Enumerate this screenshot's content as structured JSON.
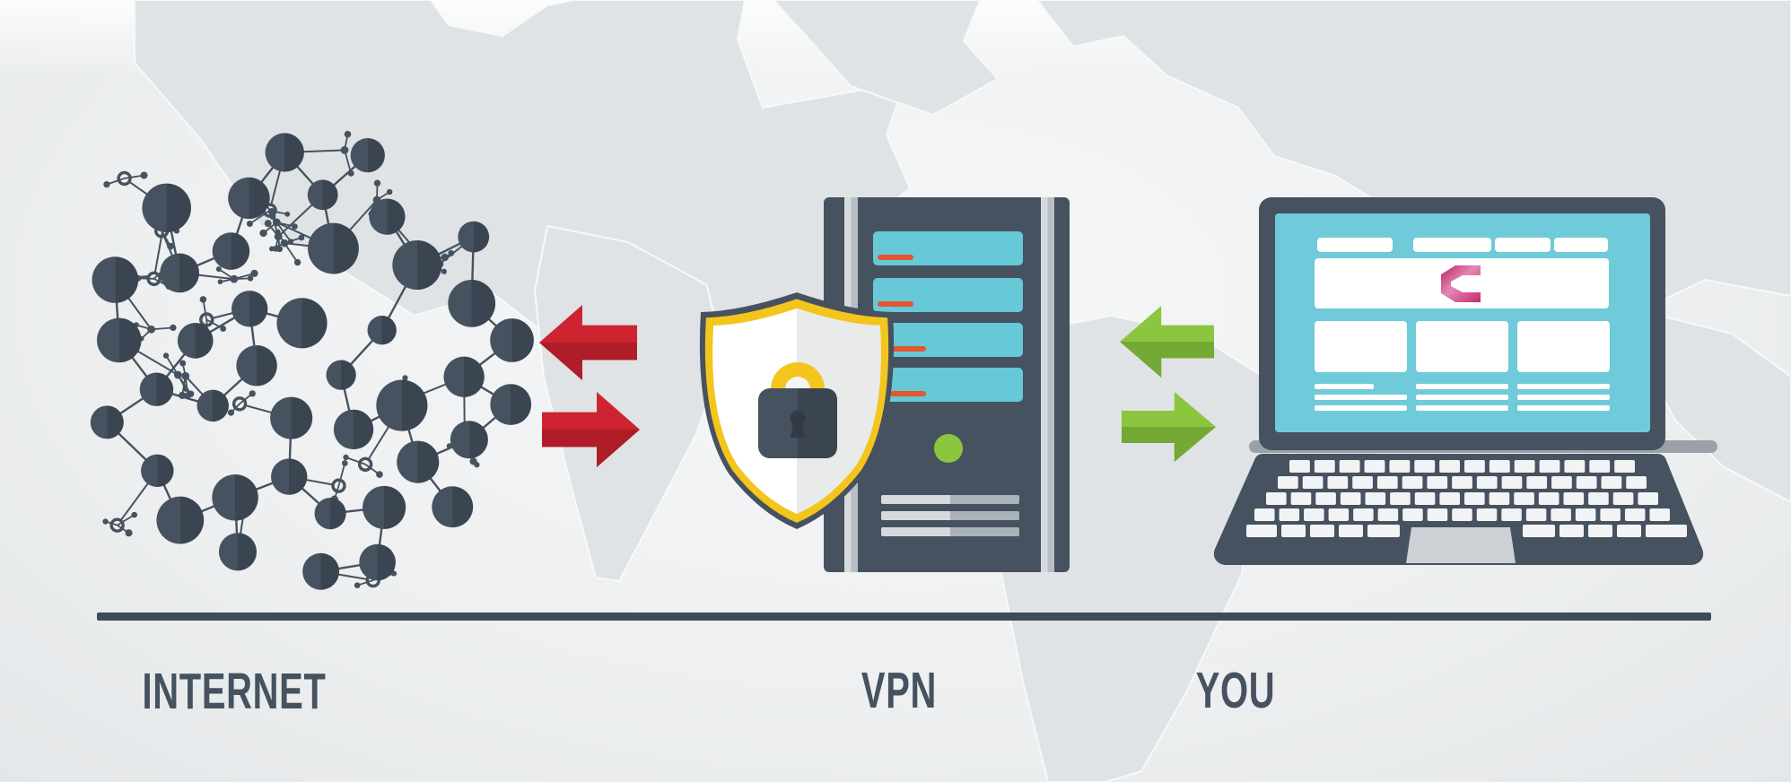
{
  "labels": {
    "internet": "INTERNET",
    "vpn": "VPN",
    "you": "YOU"
  },
  "colors": {
    "bg_center": "#f6f7f8",
    "bg_edge": "#e6e9ea",
    "bg_light": "#eef0f1",
    "map_land": "#dfe3e5",
    "map_coast": "#f7f9f9",
    "slate": "#46525f",
    "slate_dark": "#3a4551",
    "slate_deep": "#323b45",
    "divider": "#3f4b58",
    "label_text": "#46525f",
    "red": "#ce2330",
    "red_dark": "#ae1d28",
    "green": "#8cc63f",
    "green_dark": "#73a934",
    "yellow": "#f3c51d",
    "cyan_screen": "#6fcad9",
    "cyan_bay": "#67c8d8",
    "orange": "#e2572b",
    "led_green": "#8cc63e",
    "stripe_light": "#d6dade",
    "stripe_dark": "#b7bec4",
    "vent_dark": "#aab3b9",
    "white": "#ffffff",
    "key_white": "#f2f3f4",
    "trackpad": "#ccd1d5",
    "hinge": "#9aa1a8",
    "shield_inner_shade": "#e9eaea",
    "lock_inner_hole": "#f4f4f4",
    "logo_magenta": "#c5296f",
    "logo_magenta_dark": "#b82264",
    "logo_pink": "#e388b4"
  },
  "scene": {
    "network": {
      "big_nodes": 46,
      "satellites": 24,
      "seed": 12
    },
    "red_arrows": {
      "directions": [
        "left",
        "right"
      ]
    },
    "green_arrows": {
      "directions": [
        "left",
        "right"
      ]
    },
    "server": {
      "bays": 4,
      "vents": 3,
      "has_led": true
    },
    "shield": {
      "has_lock": true
    },
    "laptop": {
      "nav_items": 4,
      "cards": 3,
      "text_columns": 3,
      "lines_per_column": 3
    }
  },
  "icons": {
    "network-cluster-icon": "cluster of connected nodes (internet)",
    "arrow-left-icon": "◀",
    "arrow-right-icon": "▶",
    "shield-icon": "security shield badge",
    "padlock-icon": "closed padlock",
    "server-icon": "vpn server tower",
    "laptop-icon": "laptop with browser page",
    "logo-c-icon": "angular magenta C logo",
    "world-map-icon": "faint world map background"
  }
}
